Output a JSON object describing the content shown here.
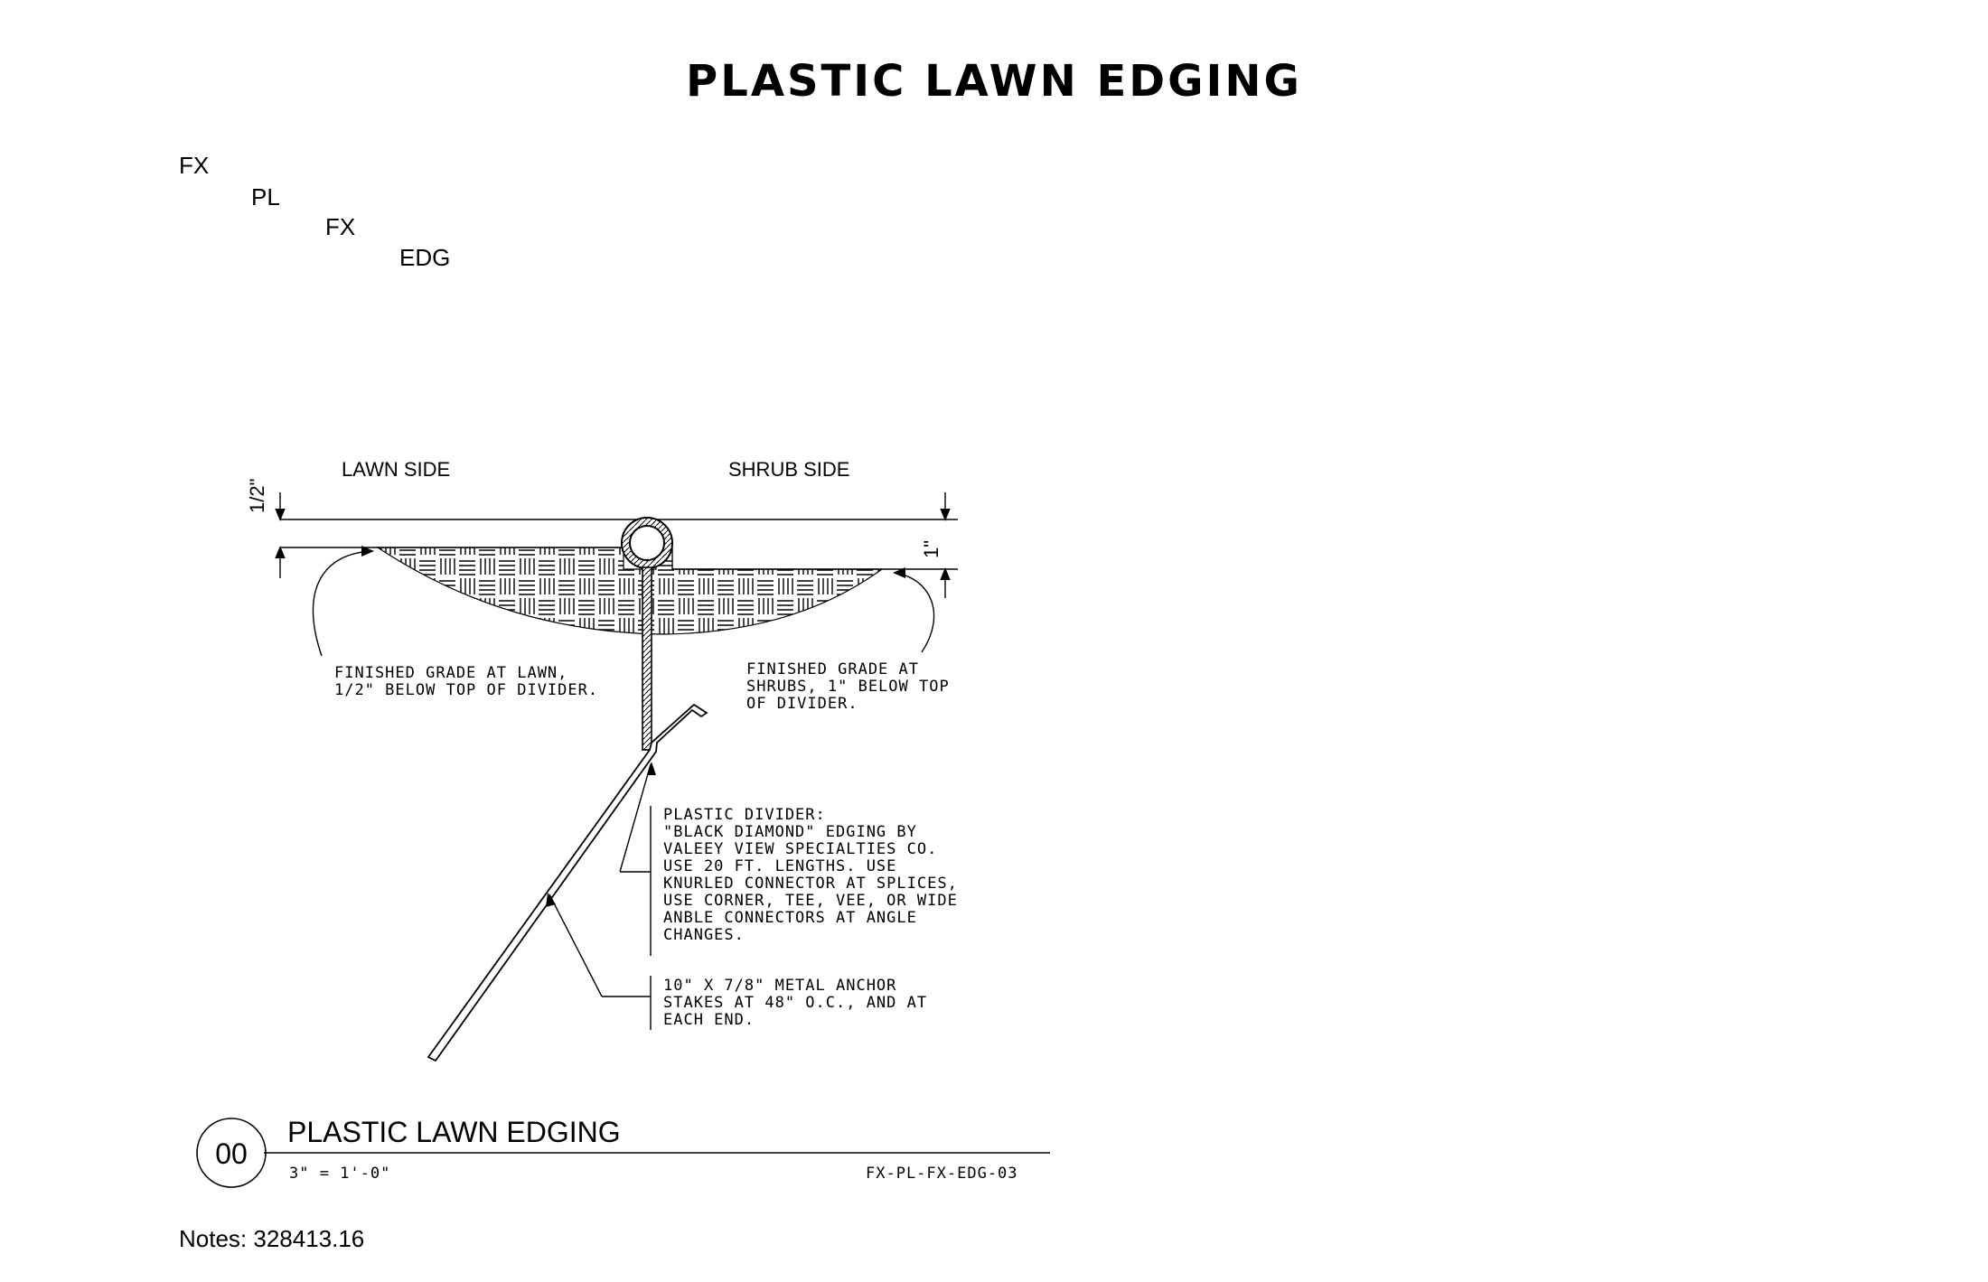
{
  "sheet_title": "PLASTIC LAWN EDGING",
  "codes": [
    "FX",
    "PL",
    "FX",
    "EDG"
  ],
  "labels": {
    "lawn_side": "LAWN SIDE",
    "shrub_side": "SHRUB SIDE",
    "dim_left": "1/2\"",
    "dim_right": "1\""
  },
  "callouts": {
    "lawn_grade": [
      "FINISHED GRADE AT LAWN,",
      "1/2\" BELOW TOP OF DIVIDER."
    ],
    "shrub_grade": [
      "FINISHED GRADE AT",
      "SHRUBS, 1\" BELOW TOP",
      "OF DIVIDER."
    ],
    "divider": [
      "PLASTIC DIVIDER:",
      "\"BLACK DIAMOND\" EDGING BY",
      "VALEEY VIEW SPECIALTIES CO.",
      "USE 20 FT. LENGTHS.  USE",
      "KNURLED CONNECTOR AT SPLICES,",
      "USE CORNER, TEE, VEE, OR WIDE",
      "ANBLE CONNECTORS AT ANGLE",
      "CHANGES."
    ],
    "stakes": [
      "10\" X 7/8\" METAL ANCHOR",
      "STAKES AT 48\" O.C., AND AT",
      "EACH END."
    ]
  },
  "detail": {
    "number": "00",
    "title": "PLASTIC LAWN EDGING",
    "scale": "3\" = 1'-0\"",
    "drawing_id": "FX-PL-FX-EDG-03"
  },
  "notes": "Notes: 328413.16"
}
